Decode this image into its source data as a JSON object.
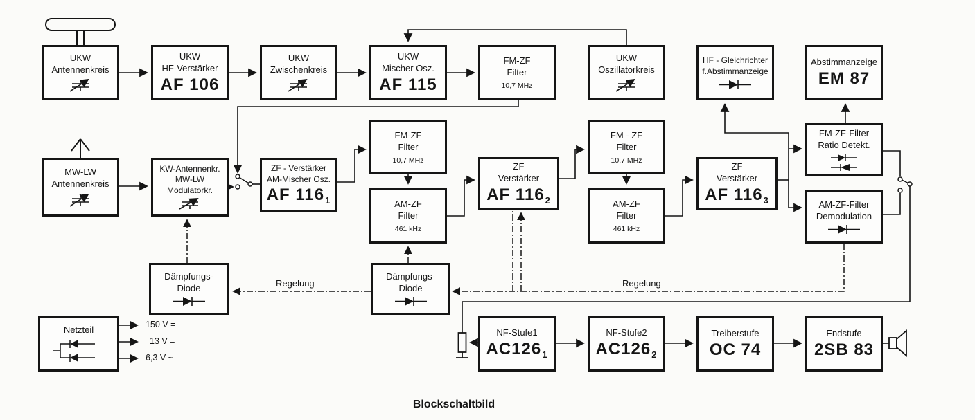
{
  "caption": "Blockschaltbild",
  "labels": {
    "regelung_left": "Regelung",
    "regelung_right": "Regelung",
    "voltage_150": "150 V =",
    "voltage_13": "13 V =",
    "voltage_63": "6,3 V ~"
  },
  "blocks": {
    "ukw_antennenkreis": {
      "line1": "UKW",
      "line2": "Antennenkreis"
    },
    "ukw_hf_verstaerker": {
      "line1": "UKW",
      "line2": "HF-Verstärker",
      "part": "AF 106"
    },
    "ukw_zwischenkreis": {
      "line1": "UKW",
      "line2": "Zwischenkreis"
    },
    "ukw_mischer_osz": {
      "line1": "UKW",
      "line2": "Mischer Osz.",
      "part": "AF 115"
    },
    "fm_zf_filter_ukw": {
      "line1": "FM-ZF",
      "line2": "Filter",
      "note": "10,7 MHz"
    },
    "ukw_oszillatorkreis": {
      "line1": "UKW",
      "line2": "Oszillatorkreis"
    },
    "hf_gleichrichter": {
      "line1": "HF - Gleichrichter",
      "line2": "f.Abstimmanzeige"
    },
    "abstimmanzeige": {
      "line1": "Abstimmanzeige",
      "part": "EM 87"
    },
    "mw_lw_antennenkreis": {
      "line1": "MW-LW",
      "line2": "Antennenkreis"
    },
    "kw_antennenkreis": {
      "line1": "KW-Antennenkr.",
      "line2": "MW-LW",
      "line3": "Modulatorkr."
    },
    "zf_verstaerker_1": {
      "line1": "ZF - Verstärker",
      "line2": "AM-Mischer Osz.",
      "part": "AF 116",
      "part_sub": "1"
    },
    "fm_zf_filter_1": {
      "line1": "FM-ZF",
      "line2": "Filter",
      "note": "10,7 MHz"
    },
    "am_zf_filter_1": {
      "line1": "AM-ZF",
      "line2": "Filter",
      "note": "461 kHz"
    },
    "zf_verstaerker_2": {
      "line1": "ZF",
      "line2": "Verstärker",
      "part": "AF 116",
      "part_sub": "2"
    },
    "fm_zf_filter_2": {
      "line1": "FM - ZF",
      "line2": "Filter",
      "note": "10.7 MHz"
    },
    "am_zf_filter_2": {
      "line1": "AM-ZF",
      "line2": "Filter",
      "note": "461 kHz"
    },
    "zf_verstaerker_3": {
      "line1": "ZF",
      "line2": "Verstärker",
      "part": "AF 116",
      "part_sub": "3"
    },
    "ratio_detektor": {
      "line1": "FM-ZF-Filter",
      "line2": "Ratio Detekt."
    },
    "am_demodulation": {
      "line1": "AM-ZF-Filter",
      "line2": "Demodulation"
    },
    "daempfungs_diode_1": {
      "line1": "Dämpfungs-",
      "line2": "Diode"
    },
    "daempfungs_diode_2": {
      "line1": "Dämpfungs-",
      "line2": "Diode"
    },
    "netzteil": {
      "line1": "Netzteil"
    },
    "nf_stufe_1": {
      "line1": "NF-Stufe1",
      "part": "AC126",
      "part_sub": "1"
    },
    "nf_stufe_2": {
      "line1": "NF-Stufe2",
      "part": "AC126",
      "part_sub": "2"
    },
    "treiberstufe": {
      "line1": "Treiberstufe",
      "part": "OC 74"
    },
    "endstufe": {
      "line1": "Endstufe",
      "part": "2SB 83"
    }
  }
}
